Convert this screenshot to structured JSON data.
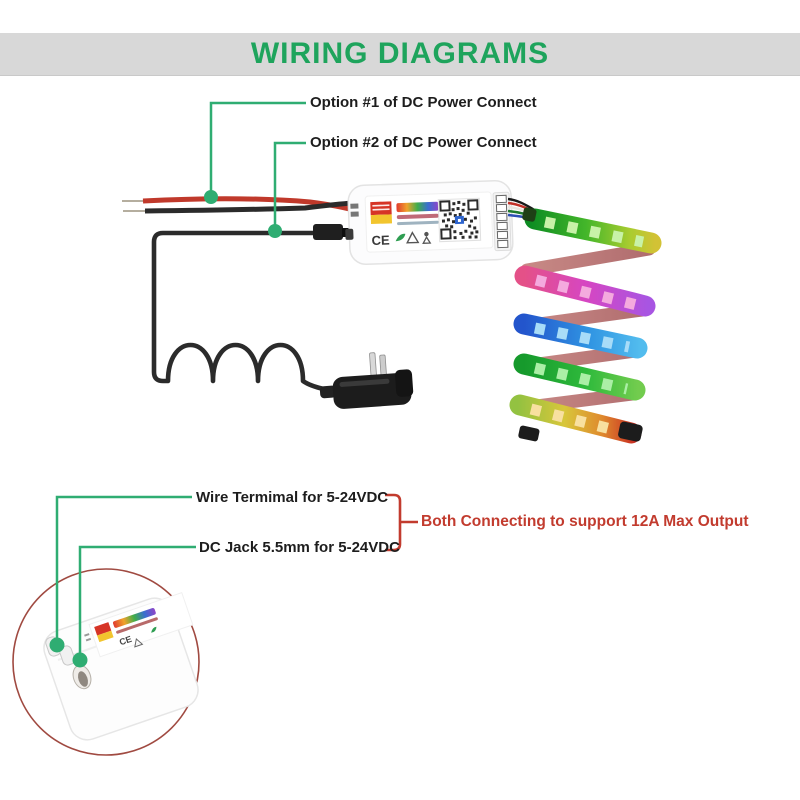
{
  "header": {
    "title": "WIRING DIAGRAMS"
  },
  "top_diagram": {
    "option1_label": "Option #1 of DC Power Connect",
    "option2_label": "Option #2 of DC Power Connect"
  },
  "bottom_diagram": {
    "wire_terminal_label": "Wire Termimal for 5-24VDC",
    "dc_jack_label": "DC Jack 5.5mm for 5-24VDC",
    "both_connect_label": "Both Connecting to support 12A Max Output"
  },
  "controller": {
    "ce_mark": "CE"
  },
  "colors": {
    "title_green": "#1ea45c",
    "callout_green": "#2fad72",
    "annotation_red": "#c23b2e",
    "header_bar_gray": "#d8d8d8",
    "wire_red": "#c0392b",
    "wire_black": "#2b2b2b",
    "strip_back_rose": "#c0797a"
  }
}
